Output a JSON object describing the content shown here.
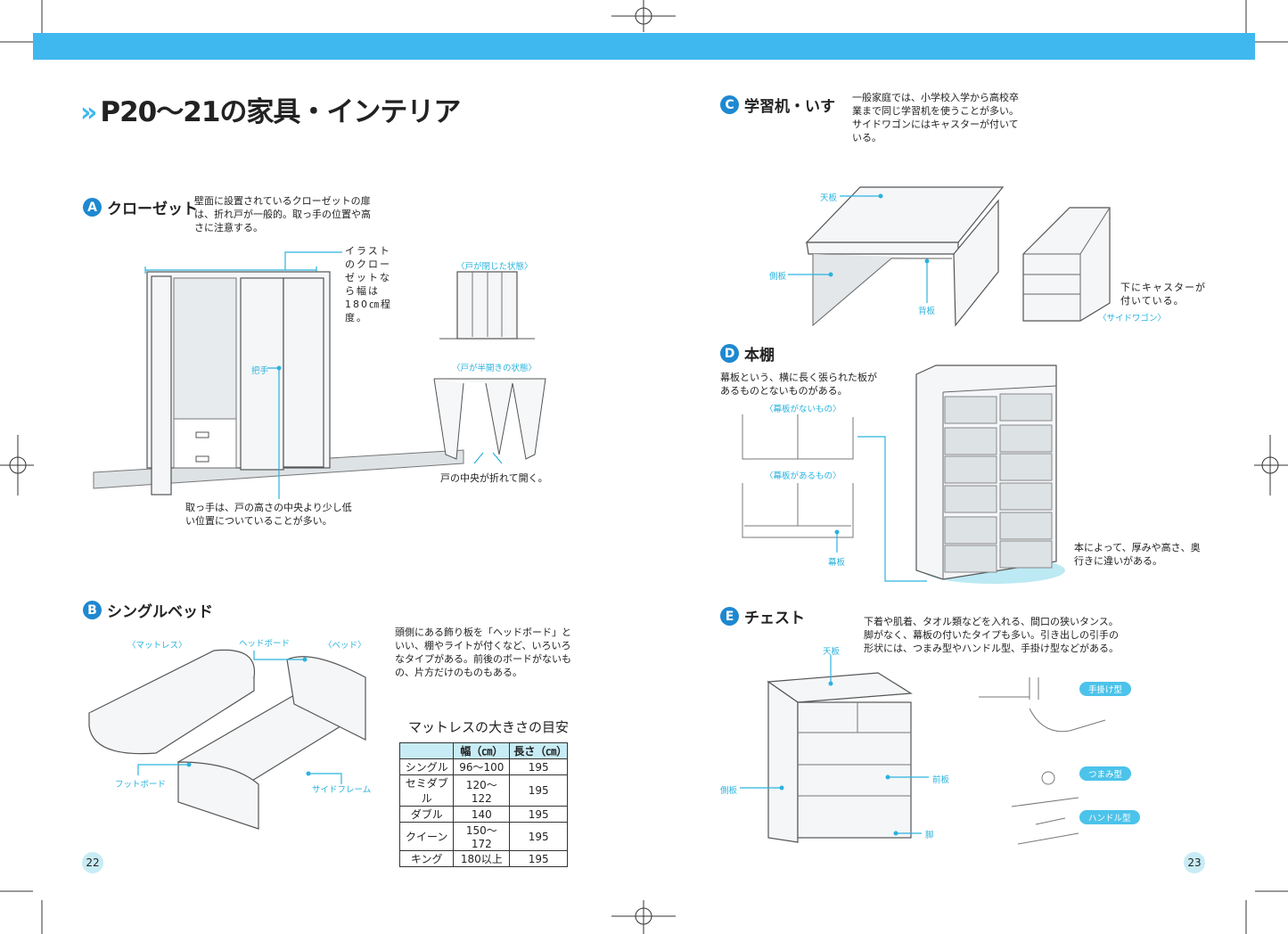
{
  "page_title": "P20〜21の家具・インテリア",
  "sections": {
    "A": {
      "badge": "A",
      "title": "クローゼット",
      "desc": "壁面に設置されているクローゼットの扉は、折れ戸が一般的。取っ手の位置や高さに注意する。",
      "width_note": "イラストのクローゼットなら幅は180㎝程度。",
      "handle_label": "把手",
      "handle_note": "取っ手は、戸の高さの中央より少し低い位置についていることが多い。",
      "closed_label": "〈戸が閉じた状態〉",
      "half_open_label": "〈戸が半開きの状態〉",
      "fold_note": "戸の中央が折れて開く。"
    },
    "B": {
      "badge": "B",
      "title": "シングルベッド",
      "desc": "頭側にある飾り板を「ヘッドボード」といい、棚やライトが付くなど、いろいろなタイプがある。前後のボードがないもの、片方だけのものもある。",
      "mattress_label": "〈マットレス〉",
      "headboard_label": "ヘッドボード",
      "bed_label": "〈ベッド〉",
      "footboard_label": "フットボード",
      "sideframe_label": "サイドフレーム",
      "table": {
        "title": "マットレスの大きさの目安",
        "headers": [
          "",
          "幅（㎝）",
          "長さ（㎝）"
        ],
        "rows": [
          [
            "シングル",
            "96〜100",
            "195"
          ],
          [
            "セミダブル",
            "120〜122",
            "195"
          ],
          [
            "ダブル",
            "140",
            "195"
          ],
          [
            "クイーン",
            "150〜172",
            "195"
          ],
          [
            "キング",
            "180以上",
            "195"
          ]
        ]
      }
    },
    "C": {
      "badge": "C",
      "title": "学習机・いす",
      "desc": "一般家庭では、小学校入学から高校卒業まで同じ学習机を使うことが多い。サイドワゴンにはキャスターが付いている。",
      "top_label": "天板",
      "side_label": "側板",
      "back_label": "背板",
      "caster_note": "下にキャスターが付いている。",
      "wagon_label": "〈サイドワゴン〉"
    },
    "D": {
      "badge": "D",
      "title": "本棚",
      "desc": "幕板という、横に長く張られた板があるものとないものがある。",
      "without_label": "〈幕板がないもの〉",
      "with_label": "〈幕板があるもの〉",
      "makuita_label": "幕板",
      "books_note": "本によって、厚みや高さ、奥行きに違いがある。"
    },
    "E": {
      "badge": "E",
      "title": "チェスト",
      "desc": "下着や肌着、タオル類などを入れる、間口の狭いタンス。脚がなく、幕板の付いたタイプも多い。引き出しの引手の形状には、つまみ型やハンドル型、手掛け型などがある。",
      "top_label": "天板",
      "side_label": "側板",
      "front_label": "前板",
      "leg_label": "脚",
      "pill_1": "手掛け型",
      "pill_2": "つまみ型",
      "pill_3": "ハンドル型"
    }
  },
  "page_left": "22",
  "page_right": "23",
  "colors": {
    "accent": "#3fb8ef",
    "badge": "#1e88d0",
    "label": "#2bb3de",
    "table_header": "#c8ecf5"
  }
}
